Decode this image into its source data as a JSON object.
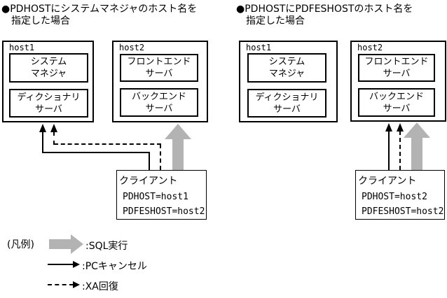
{
  "headings": {
    "left_line1": "●PDHOSTにシステムマネジャのホスト名を",
    "left_line2": "指定した場合",
    "right_line1": "●PDHOSTにPDFESHOSTのホスト名を",
    "right_line2": "指定した場合"
  },
  "left": {
    "host1": {
      "label": "host1",
      "server1": {
        "line1": "システム",
        "line2": "マネジャ"
      },
      "server2": {
        "line1": "ディクショナリ",
        "line2": "サーバ"
      }
    },
    "host2": {
      "label": "host2",
      "server1": {
        "line1": "フロントエンド",
        "line2": "サーバ"
      },
      "server2": {
        "line1": "バックエンド",
        "line2": "サーバ"
      }
    },
    "client": {
      "title": "クライアント",
      "env1": "PDHOST=host1",
      "env2": "PDFESHOST=host2"
    }
  },
  "right": {
    "host1": {
      "label": "host1",
      "server1": {
        "line1": "システム",
        "line2": "マネジャ"
      },
      "server2": {
        "line1": "ディクショナリ",
        "line2": "サーバ"
      }
    },
    "host2": {
      "label": "host2",
      "server1": {
        "line1": "フロントエンド",
        "line2": "サーバ"
      },
      "server2": {
        "line1": "バックエンド",
        "line2": "サーバ"
      }
    },
    "client": {
      "title": "クライアント",
      "env1": "PDHOST=host2",
      "env2": "PDFESHOST=host2"
    }
  },
  "legend": {
    "title": "(凡例)",
    "sql_label": ":SQL実行",
    "pc_cancel_label": ":PCキャンセル",
    "xa_recovery_label": ":XA回復"
  },
  "colors": {
    "arrow_gray": "#b3b3b3",
    "line_black": "#000000",
    "background": "#ffffff"
  }
}
